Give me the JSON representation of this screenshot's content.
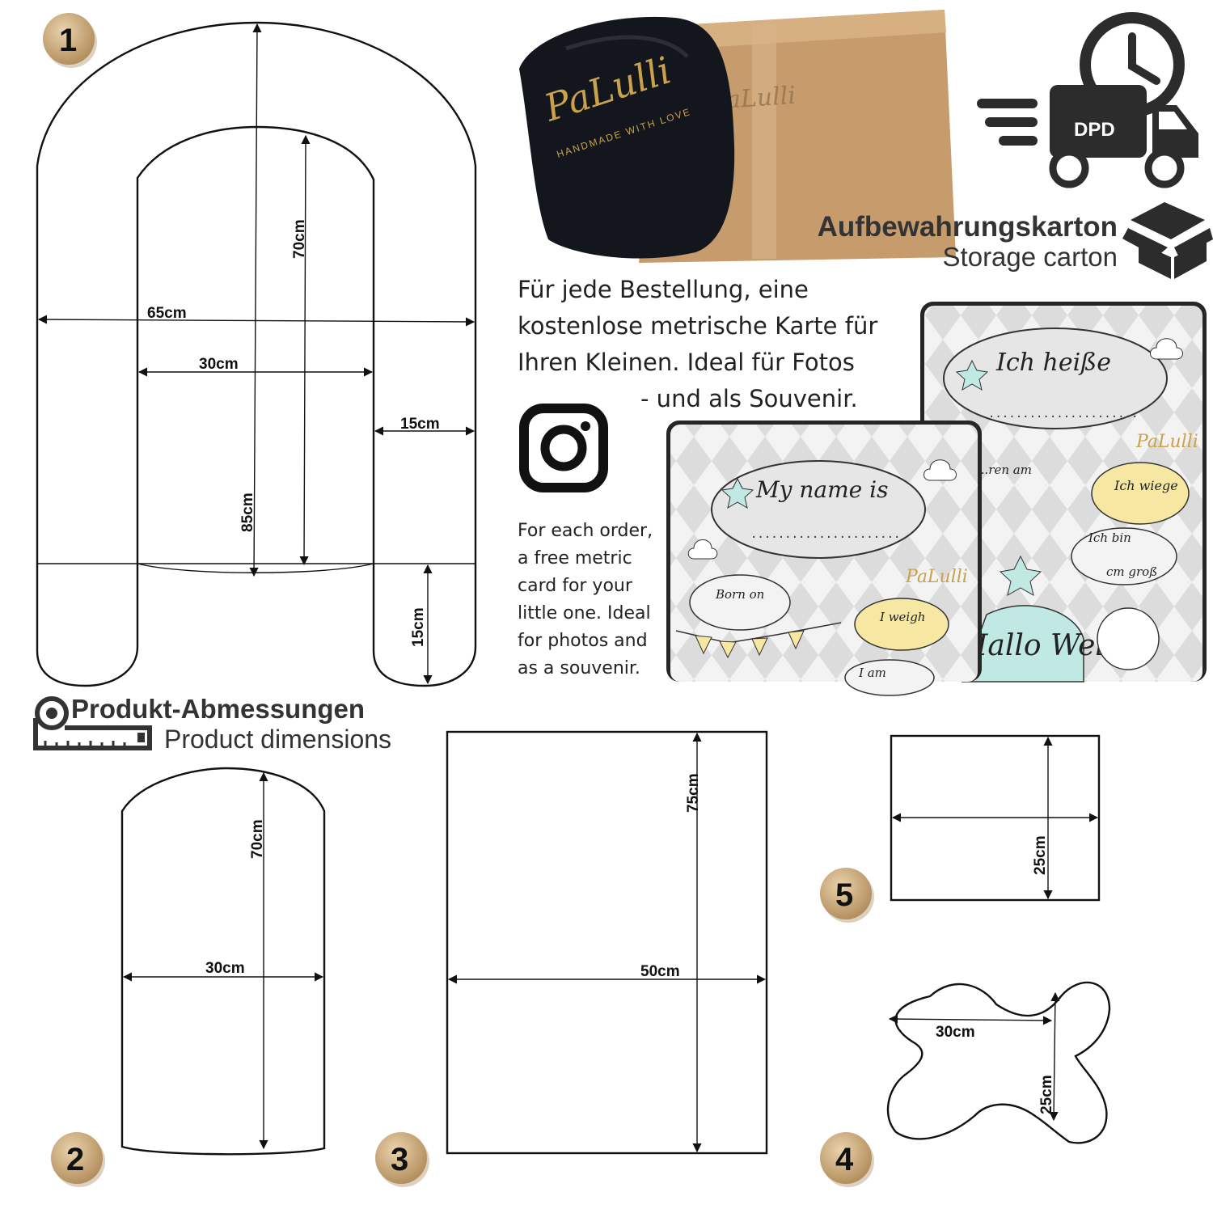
{
  "badges": [
    "1",
    "2",
    "3",
    "4",
    "5"
  ],
  "dimensions": {
    "p1_width": "65cm",
    "p1_inner": "30cm",
    "p1_arm": "15cm",
    "p1_inner_height": "70cm",
    "p1_height": "85cm",
    "p1_leg": "15cm",
    "p2_height": "70cm",
    "p2_width": "30cm",
    "p3_height": "75cm",
    "p3_width": "50cm",
    "p5_height": "25cm",
    "p4_width": "30cm",
    "p4_height": "25cm"
  },
  "packaging": {
    "logo": "PaLulli",
    "tagline": "HANDMADE WITH LOVE"
  },
  "delivery": {
    "truck_label": "DPD",
    "icon": "delivery-truck-clock-icon"
  },
  "carton": {
    "title_de": "Aufbewahrungskarton",
    "title_en": "Storage carton",
    "icon": "open-box-icon"
  },
  "gift_text": {
    "de_line1": "Für jede Bestellung, eine",
    "de_line2": "kostenlose metrische Karte für",
    "de_line3": "Ihren Kleinen. Ideal für Fotos",
    "de_line4": "- und als Souvenir.",
    "en_line1": "For each order,",
    "en_line2": "a free metric",
    "en_line3": "card for your",
    "en_line4": "little one. Ideal",
    "en_line5": "for photos and",
    "en_line6": "as a souvenir.",
    "icon": "instagram-icon"
  },
  "cards": {
    "back_title": "Ich heiße",
    "back_born": "...ren am",
    "back_weigh": "Ich wiege",
    "back_am": "Ich bin",
    "back_unit": "cm groß",
    "back_hello": "Hallo Welt",
    "back_logo": "PaLulli",
    "front_title": "My name is",
    "front_born": "Born on",
    "front_weigh": "I weigh",
    "front_am": "I am",
    "front_logo": "PaLulli"
  },
  "dims_heading": {
    "title_de": "Produkt-Abmessungen",
    "title_en": "Product dimensions",
    "icon": "tape-measure-icon"
  },
  "colors": {
    "badge_gold": "#c9a978",
    "carton_brown": "#c79c6c",
    "bag_black": "#14161d",
    "logo_gold": "#c9a24a",
    "card_mint": "#bfe9e2",
    "card_yellow": "#f6e7a3",
    "icon_dark": "#2c2c2c"
  }
}
